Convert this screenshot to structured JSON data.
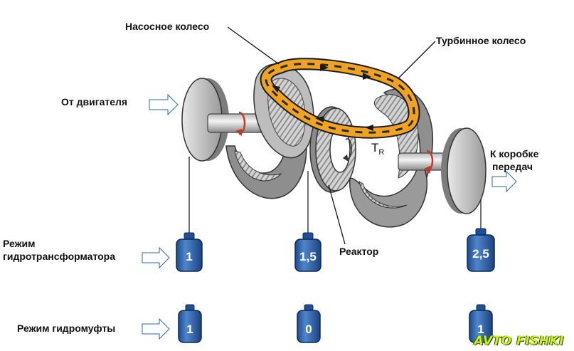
{
  "labels": {
    "pump_wheel": "Насосное колесо",
    "turbine_wheel": "Турбинное колесо",
    "from_engine": "От двигателя",
    "to_gearbox_line1": "К коробке",
    "to_gearbox_line2": "передач",
    "reactor": "Реактор",
    "torque_symbol": "T",
    "torque_subscript": "R",
    "converter_mode_line1": "Режим",
    "converter_mode_line2": "гидротрансформатора",
    "coupling_mode": "Режим гидромуфты"
  },
  "weights": {
    "converter_mode": [
      "1",
      "1,5",
      "2,5"
    ],
    "coupling_mode": [
      "1",
      "0",
      "1"
    ]
  },
  "watermark": "AVTO FISHKI",
  "colors": {
    "weight_blue": "#2a5ea8",
    "arrow_blue": "#4a9ad6",
    "flow_orange": "#f0a321",
    "metal_gray": "#9a9a9a"
  }
}
